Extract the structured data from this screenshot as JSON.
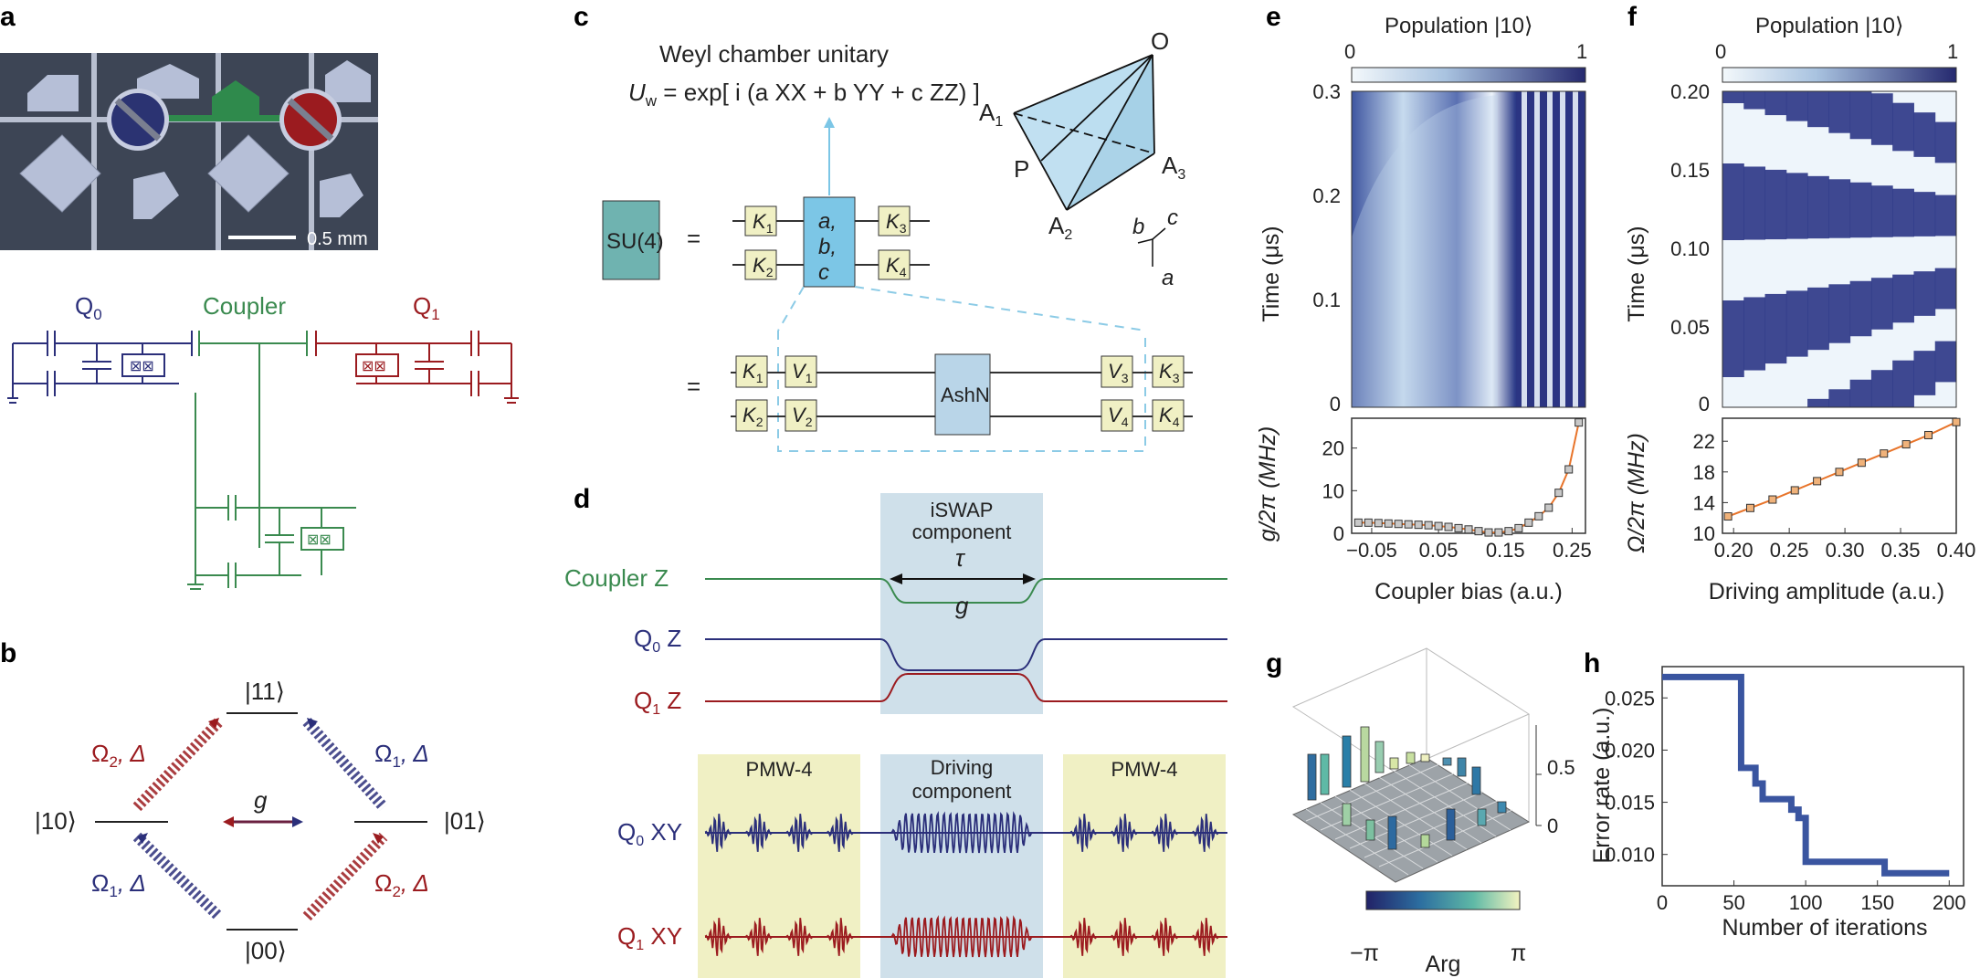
{
  "panels": {
    "a": "a",
    "b": "b",
    "c": "c",
    "d": "d",
    "e": "e",
    "f": "f",
    "g": "g",
    "h": "h"
  },
  "panel_a": {
    "scale_bar": "0.5 mm",
    "circuit_labels": {
      "q0": "Q",
      "q0_sub": "0",
      "coupler": "Coupler",
      "q1": "Q",
      "q1_sub": "1"
    }
  },
  "panel_b": {
    "levels": {
      "top": "|11⟩",
      "left": "|10⟩",
      "right": "|01⟩",
      "bottom": "|00⟩"
    },
    "coupling": "g",
    "drives": {
      "upper_left": {
        "omega": "Ω",
        "sub": "2",
        "detune": ", Δ"
      },
      "upper_right": {
        "omega": "Ω",
        "sub": "1",
        "detune": ", Δ"
      },
      "lower_left": {
        "omega": "Ω",
        "sub": "1",
        "detune": ", Δ"
      },
      "lower_right": {
        "omega": "Ω",
        "sub": "2",
        "detune": ", Δ"
      }
    }
  },
  "panel_c": {
    "title": "Weyl chamber unitary",
    "equation": {
      "lhs": "U",
      "lhs_sub": "w",
      "rhs": " = exp[ i (a XX + b YY + c ZZ) ]"
    },
    "su4": "SU(4)",
    "equals": "=",
    "abc": [
      "a,",
      "b,",
      "c"
    ],
    "gates_top": {
      "k1": "K",
      "k1s": "1",
      "k2": "K",
      "k2s": "2",
      "k3": "K",
      "k3s": "3",
      "k4": "K",
      "k4s": "4"
    },
    "gates_bottom": {
      "v1": "V",
      "v1s": "1",
      "v2": "V",
      "v2s": "2",
      "v3": "V",
      "v3s": "3",
      "v4": "V",
      "v4s": "4"
    },
    "ashn": "AshN",
    "weyl": {
      "o": "O",
      "a1": "A",
      "a1s": "1",
      "a2": "A",
      "a2s": "2",
      "a3": "A",
      "a3s": "3",
      "p": "P",
      "axis_a": "a",
      "axis_b": "b",
      "axis_c": "c"
    }
  },
  "panel_d": {
    "rows": {
      "coupler": "Coupler  Z",
      "q0z": {
        "q": "Q",
        "sub": "0",
        "rest": " Z"
      },
      "q1z": {
        "q": "Q",
        "sub": "1",
        "rest": " Z"
      },
      "q0xy": {
        "q": "Q",
        "sub": "0",
        "rest": " XY"
      },
      "q1xy": {
        "q": "Q",
        "sub": "1",
        "rest": " XY"
      }
    },
    "iswap": [
      "iSWAP",
      "component"
    ],
    "tau": "τ",
    "g": "g",
    "pmw_left": "PMW-4",
    "pmw_right": "PMW-4",
    "driving": [
      "Driving",
      "component"
    ]
  },
  "panel_e": {
    "colorbar_title": "Population |10⟩",
    "colorbar_ticks": [
      "0",
      "1"
    ],
    "heatmap_ylabel": "Time (μs)",
    "heatmap_yticks": [
      "0.3",
      "0.2",
      "0.1",
      "0"
    ],
    "ylabel": "g/2π (MHz)",
    "yticks": [
      "20",
      "10",
      "0"
    ],
    "xlabel": "Coupler bias (a.u.)",
    "xticks": [
      "−0.05",
      "0.05",
      "0.15",
      "0.25"
    ]
  },
  "panel_f": {
    "colorbar_title": "Population |10⟩",
    "colorbar_ticks": [
      "0",
      "1"
    ],
    "heatmap_ylabel": "Time (μs)",
    "heatmap_yticks": [
      "0.20",
      "0.15",
      "0.10",
      "0.05",
      "0"
    ],
    "ylabel": "Ω/2π (MHz)",
    "yticks": [
      "22",
      "18",
      "14",
      "10"
    ],
    "xlabel": "Driving amplitude (a.u.)",
    "xticks": [
      "0.20",
      "0.25",
      "0.30",
      "0.35",
      "0.40"
    ]
  },
  "panel_g": {
    "zticks": [
      "0.5",
      "0"
    ],
    "colorbar_label": "Arg",
    "colorbar_ticks": [
      "−π",
      "π"
    ]
  },
  "panel_h": {
    "ylabel": "Error rate (a.u.)",
    "xlabel": "Number of iterations",
    "yticks": [
      "0.025",
      "0.020",
      "0.015",
      "0.010"
    ],
    "xticks": [
      "0",
      "50",
      "100",
      "150",
      "200"
    ]
  },
  "chart_data": [
    {
      "type": "scatter",
      "panel": "e-lower",
      "xlabel": "Coupler bias (a.u.)",
      "ylabel": "g/2π (MHz)",
      "xlim": [
        -0.08,
        0.27
      ],
      "ylim": [
        0,
        27
      ],
      "x": [
        -0.07,
        -0.055,
        -0.04,
        -0.025,
        -0.01,
        0.005,
        0.02,
        0.035,
        0.05,
        0.065,
        0.08,
        0.095,
        0.11,
        0.125,
        0.14,
        0.155,
        0.17,
        0.185,
        0.2,
        0.215,
        0.23,
        0.245,
        0.26
      ],
      "y": [
        2.5,
        2.5,
        2.4,
        2.3,
        2.2,
        2.1,
        2.0,
        1.9,
        1.7,
        1.5,
        1.2,
        0.9,
        0.5,
        0.2,
        0.2,
        0.5,
        1.2,
        2.5,
        4.0,
        6.0,
        9.5,
        15.0,
        26.0
      ]
    },
    {
      "type": "scatter",
      "panel": "f-lower",
      "xlabel": "Driving amplitude (a.u.)",
      "ylabel": "Ω/2π (MHz)",
      "xlim": [
        0.19,
        0.4
      ],
      "ylim": [
        10,
        25
      ],
      "x": [
        0.195,
        0.215,
        0.235,
        0.255,
        0.275,
        0.295,
        0.315,
        0.335,
        0.355,
        0.375,
        0.4
      ],
      "y": [
        12.2,
        13.3,
        14.4,
        15.6,
        16.8,
        18.0,
        19.2,
        20.4,
        21.6,
        22.8,
        24.5
      ]
    },
    {
      "type": "line",
      "panel": "h",
      "xlabel": "Number of iterations",
      "ylabel": "Error rate (a.u.)",
      "xlim": [
        0,
        210
      ],
      "ylim": [
        0.007,
        0.028
      ],
      "x": [
        0,
        55,
        55,
        65,
        65,
        70,
        70,
        78,
        78,
        90,
        90,
        95,
        95,
        100,
        100,
        155,
        155,
        200
      ],
      "y": [
        0.027,
        0.027,
        0.0183,
        0.0183,
        0.0168,
        0.0168,
        0.0153,
        0.0153,
        0.0153,
        0.0153,
        0.0143,
        0.0143,
        0.0135,
        0.0135,
        0.0093,
        0.0093,
        0.0082,
        0.0082
      ]
    }
  ],
  "colors": {
    "navy": "#2b2f7a",
    "red": "#9b1b1f",
    "green": "#3a8a4f",
    "light_blue_box": "#cfe0ea",
    "pale_yellow": "#f0f0c4",
    "teal": "#6fb3b0",
    "cyan_box": "#7cc6e6",
    "orange": "#e8742a"
  }
}
